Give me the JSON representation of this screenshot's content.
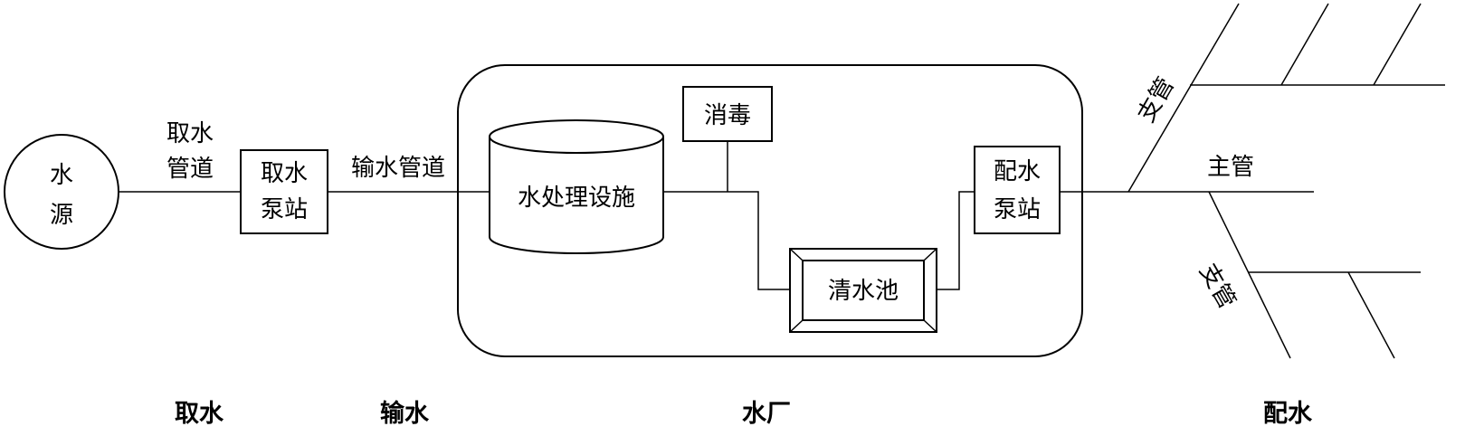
{
  "nodes": {
    "water_source": [
      "水",
      "源"
    ],
    "intake_pump_station": [
      "取水",
      "泵站"
    ],
    "treatment_facility": "水处理设施",
    "disinfection": "消毒",
    "clear_water_tank": "清水池",
    "distribution_pump_station": [
      "配水",
      "泵站"
    ]
  },
  "pipes": {
    "intake_pipe": [
      "取水",
      "管道"
    ],
    "transmission_pipe": "输水管道",
    "main_pipe": "主管",
    "branch_pipe_upper": "支管",
    "branch_pipe_lower": "支管"
  },
  "stages": {
    "intake": "取水",
    "transmission": "输水",
    "water_plant": "水厂",
    "distribution": "配水"
  }
}
